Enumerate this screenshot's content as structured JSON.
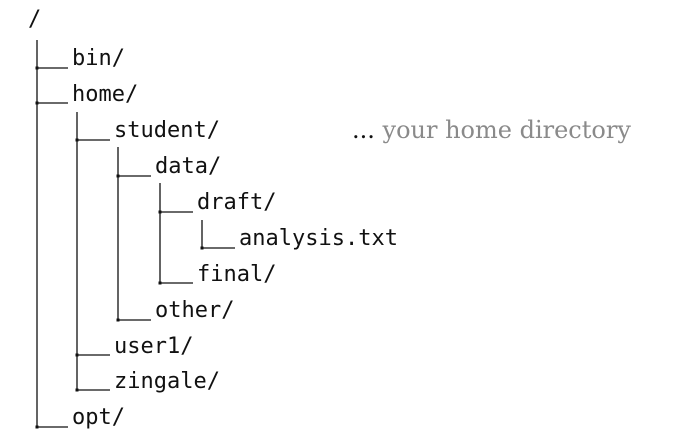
{
  "tree": {
    "root": "/",
    "nodes": [
      {
        "id": "bin",
        "label": "bin/",
        "depth": 1
      },
      {
        "id": "home",
        "label": "home/",
        "depth": 1
      },
      {
        "id": "student",
        "label": "student/",
        "depth": 2
      },
      {
        "id": "data",
        "label": "data/",
        "depth": 3
      },
      {
        "id": "draft",
        "label": "draft/",
        "depth": 4
      },
      {
        "id": "analysis",
        "label": "analysis.txt",
        "depth": 5
      },
      {
        "id": "final",
        "label": "final/",
        "depth": 4
      },
      {
        "id": "other",
        "label": "other/",
        "depth": 3
      },
      {
        "id": "user1",
        "label": "user1/",
        "depth": 2
      },
      {
        "id": "zingale",
        "label": "zingale/",
        "depth": 2
      },
      {
        "id": "opt",
        "label": "opt/",
        "depth": 1
      }
    ]
  },
  "annotation": {
    "dots": "...",
    "text": "your home directory"
  },
  "colors": {
    "text": "#111111",
    "annotation": "#8a8a8a",
    "line": "#111111"
  }
}
